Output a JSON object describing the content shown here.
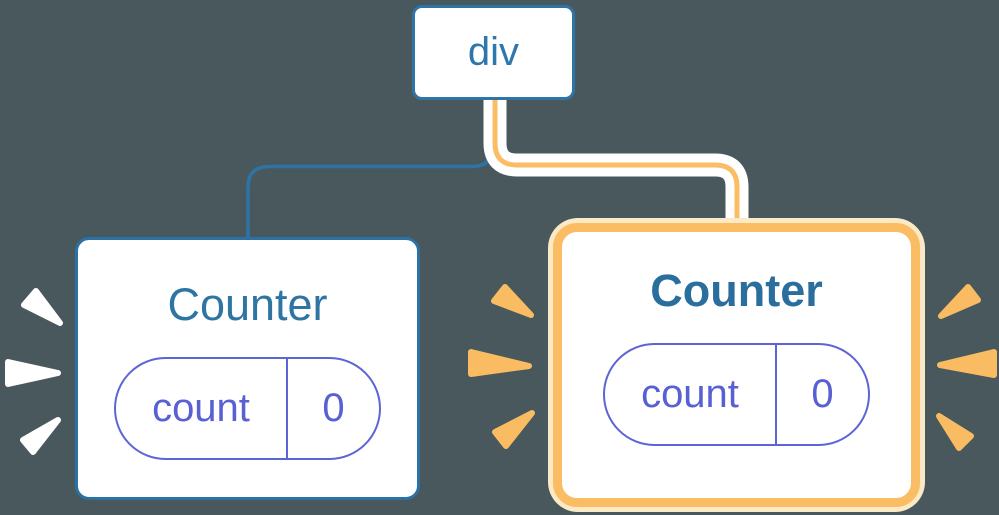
{
  "diagram": {
    "root": {
      "label": "div"
    },
    "left_counter": {
      "title": "Counter",
      "state_key": "count",
      "state_value": "0"
    },
    "right_counter": {
      "title": "Counter",
      "state_key": "count",
      "state_value": "0"
    }
  },
  "colors": {
    "background": "#48585D",
    "node_blue_border": "#2E74A6",
    "node_blue_text": "#2E77AD",
    "title_blue": "#2E75A3",
    "title_blue_bold": "#2A6E9E",
    "pill_purple": "#5C64D6",
    "connector_blue": "#2F73A5",
    "connector_casing": "#FFFFFF",
    "highlight_orange": "#FABD64",
    "highlight_cream": "#FCE9C6",
    "sparkle_white": "#FFFFFF",
    "sparkle_orange": "#F9BC62"
  }
}
